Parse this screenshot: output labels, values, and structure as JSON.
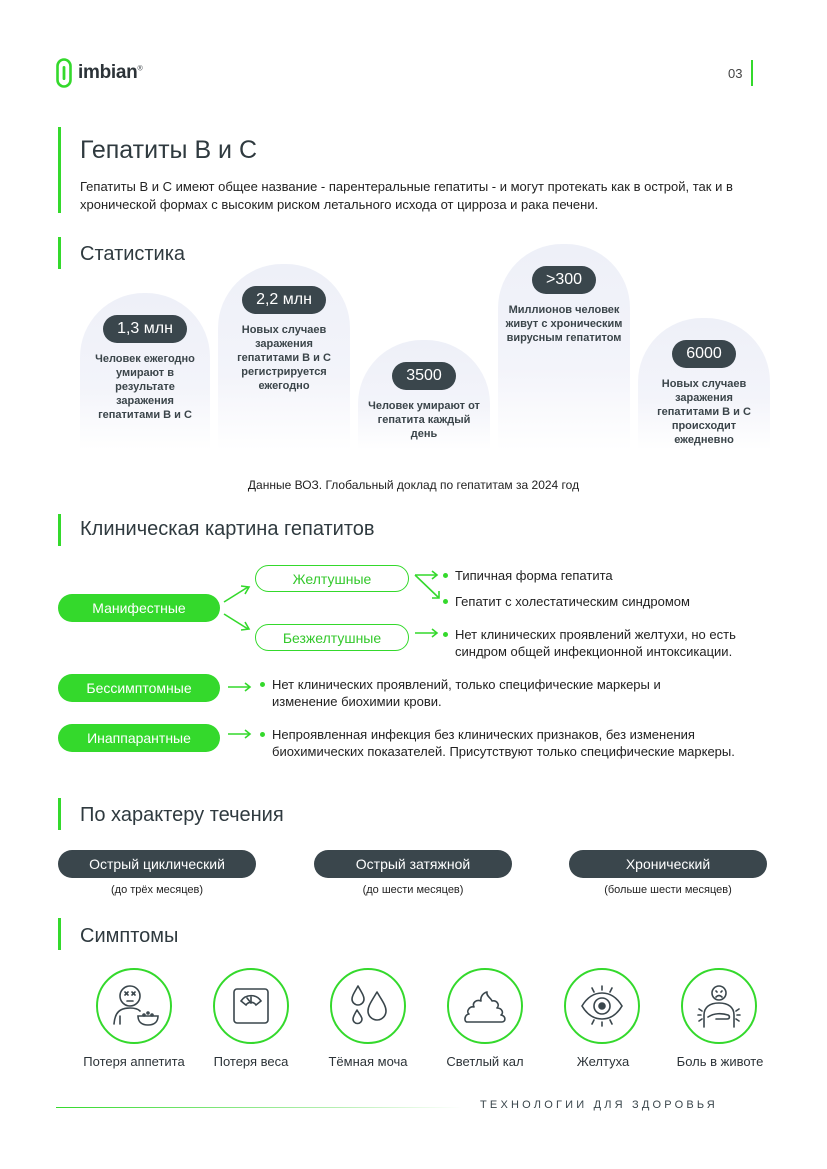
{
  "header": {
    "logo_text": "imbian",
    "logo_mark": "®",
    "page_number": "03"
  },
  "intro": {
    "title": "Гепатиты B и C",
    "text": "Гепатиты B и C имеют общее название - парентеральные гепатиты - и могут протекать как в острой, так и в хронической формах с высоким риском летального исхода от цирроза и рака печени."
  },
  "stats": {
    "title": "Статистика",
    "items": [
      {
        "value": "1,3 млн",
        "text": "Человек ежегодно умирают в результате заражения гепатитами B и C"
      },
      {
        "value": "2,2 млн",
        "text": "Новых случаев заражения гепатитами B и C регистрируется ежегодно"
      },
      {
        "value": "3500",
        "text": "Человек умирают от гепатита каждый день"
      },
      {
        "value": ">300",
        "text": "Миллионов человек живут с хроническим вирусным гепатитом"
      },
      {
        "value": "6000",
        "text": "Новых случаев заражения гепатитами B и C происходит ежедневно"
      }
    ],
    "source": "Данные ВОЗ. Глобальный доклад по гепатитам за 2024 год"
  },
  "clinical": {
    "title": "Клиническая картина гепатитов",
    "manifest": "Манифестные",
    "icteric": "Желтушные",
    "anicteric": "Безжелтушные",
    "icteric_points": [
      "Типичная форма гепатита",
      "Гепатит с холестатическим синдромом"
    ],
    "anicteric_point": "Нет клинических проявлений желтухи, но есть синдром общей инфекционной интоксикации.",
    "asymptomatic": "Бессимптомные",
    "asymptomatic_point": "Нет клинических проявлений, только специфические маркеры и изменение биохимии крови.",
    "inapparent": "Инаппарантные",
    "inapparent_point": "Непроявленная инфекция без клинических признаков, без изменения биохимических показателей. Присутствуют только специфические маркеры."
  },
  "course": {
    "title": "По характеру течения",
    "items": [
      {
        "label": "Острый циклический",
        "note": "(до трёх месяцев)"
      },
      {
        "label": "Острый затяжной",
        "note": "(до шести месяцев)"
      },
      {
        "label": "Хронический",
        "note": "(больше шести месяцев)"
      }
    ]
  },
  "symptoms": {
    "title": "Симптомы",
    "items": [
      {
        "label": "Потеря аппетита",
        "icon": "no-appetite-icon"
      },
      {
        "label": "Потеря веса",
        "icon": "scale-icon"
      },
      {
        "label": "Тёмная моча",
        "icon": "drops-icon"
      },
      {
        "label": "Светлый кал",
        "icon": "stool-icon"
      },
      {
        "label": "Желтуха",
        "icon": "eye-icon"
      },
      {
        "label": "Боль в животе",
        "icon": "stomach-pain-icon"
      }
    ]
  },
  "footer": {
    "tagline": "ТЕХНОЛОГИИ ДЛЯ ЗДОРОВЬЯ"
  },
  "colors": {
    "accent": "#34d92c",
    "dark": "#3a464c",
    "text": "#2c3338"
  }
}
